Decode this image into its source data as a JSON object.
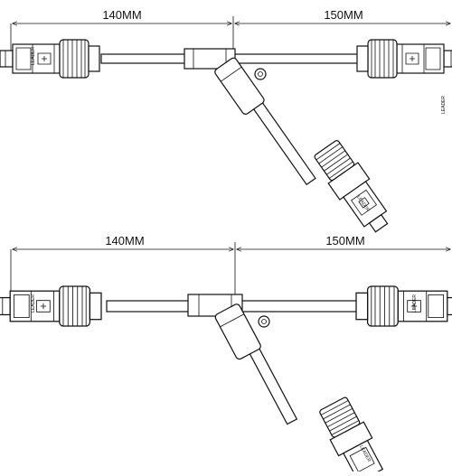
{
  "diagrams": [
    {
      "dimension_left": "140MM",
      "dimension_right": "150MM",
      "connector_label": "LEADER"
    },
    {
      "dimension_left": "140MM",
      "dimension_right": "150MM",
      "connector_label": "LEADER"
    }
  ],
  "colors": {
    "line": "#111111",
    "background": "#ffffff"
  }
}
